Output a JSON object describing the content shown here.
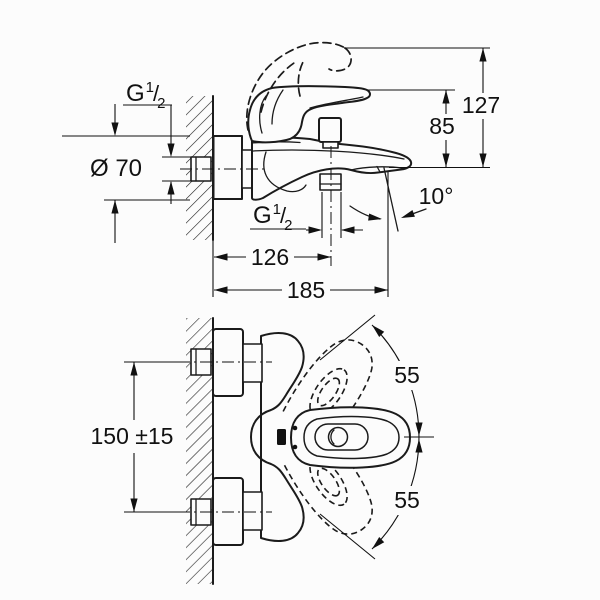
{
  "drawing": {
    "kind": "technical installation drawing",
    "subject": "wall-mounted single-lever bath mixer, side view and plan view",
    "colors": {
      "background": "#fcfcfc",
      "line": "#1b1b1b",
      "text": "#111111"
    },
    "top_view": {
      "thread_top": {
        "g": "G",
        "sup": "1",
        "slash": "/",
        "sub": "2"
      },
      "diameter_label": "Ø 70",
      "overall_height": "127",
      "spout_height": "85",
      "spout_angle": "10°",
      "thread_bottom": {
        "g": "G",
        "sup": "1",
        "slash": "/",
        "sub": "2"
      },
      "center_depth": "126",
      "overall_depth": "185"
    },
    "bottom_view": {
      "inlet_spacing": "150 ±15",
      "lever_swing_upper": "55",
      "lever_swing_lower": "55"
    }
  }
}
